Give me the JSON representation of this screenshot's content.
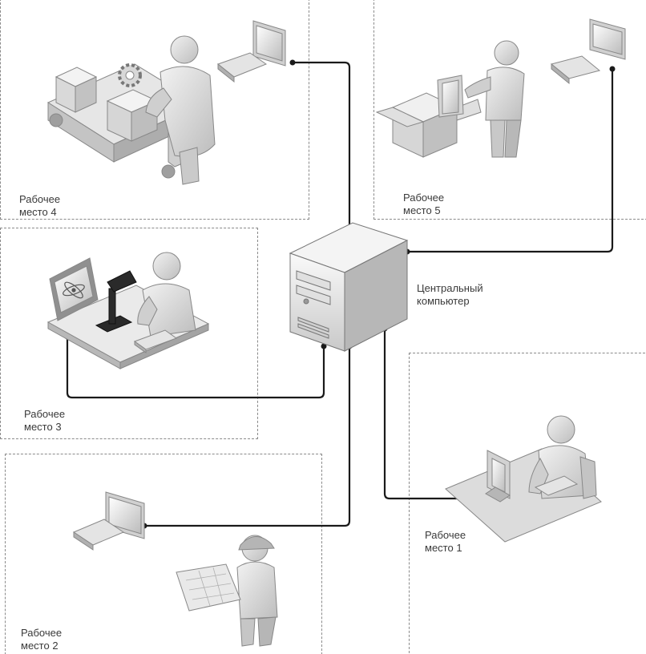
{
  "central": {
    "label_line1": "Центральный",
    "label_line2": "компьютер"
  },
  "workplaces": [
    {
      "id": "1",
      "line1": "Рабочее",
      "line2": "место 1"
    },
    {
      "id": "2",
      "line1": "Рабочее",
      "line2": "место 2"
    },
    {
      "id": "3",
      "line1": "Рабочее",
      "line2": "место 3"
    },
    {
      "id": "4",
      "line1": "Рабочее",
      "line2": "место 4"
    },
    {
      "id": "5",
      "line1": "Рабочее",
      "line2": "место 5"
    }
  ],
  "colors": {
    "cable": "#1a1a1a",
    "zone_border": "#8a8a8a",
    "figure": "#d4d4d4",
    "figure_dark": "#9a9a9a"
  }
}
